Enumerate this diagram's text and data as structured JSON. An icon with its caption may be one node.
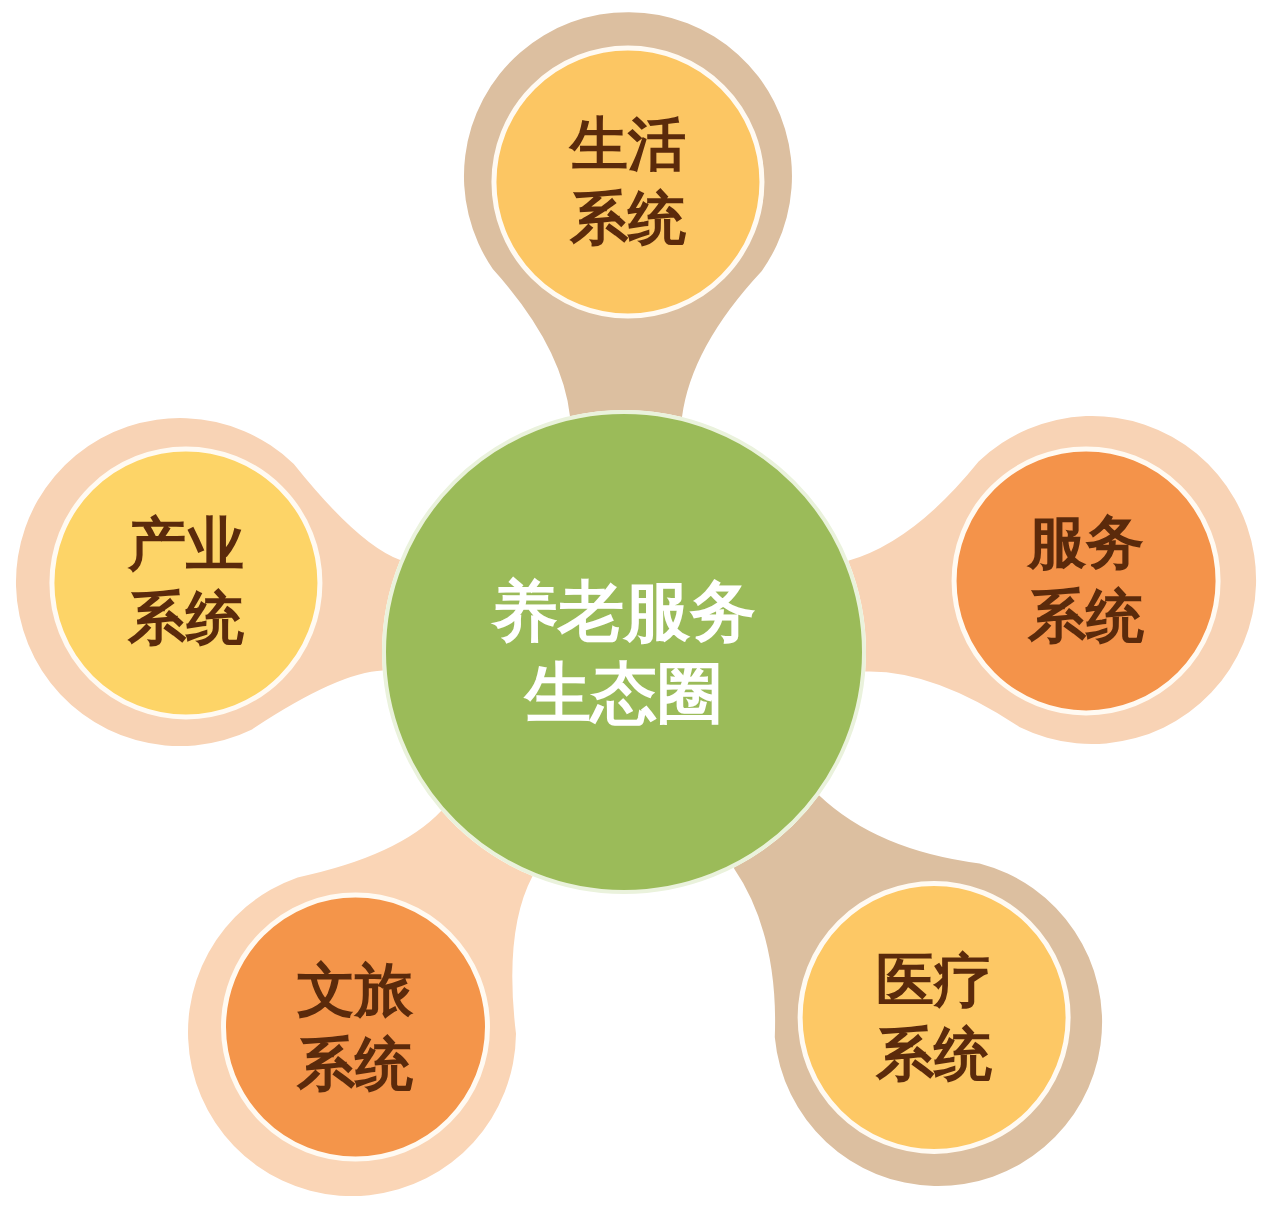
{
  "diagram": {
    "nodes": [
      {
        "text": [
          "养老服务生态圈"
        ]
      },
      {
        "text": [
          "生活系统"
        ]
      },
      {
        "text": [
          "服务系统"
        ]
      },
      {
        "text": [
          "医疗系统"
        ]
      },
      {
        "text": [
          "文旅系统"
        ]
      },
      {
        "text": [
          "产业系统"
        ]
      }
    ]
  }
}
